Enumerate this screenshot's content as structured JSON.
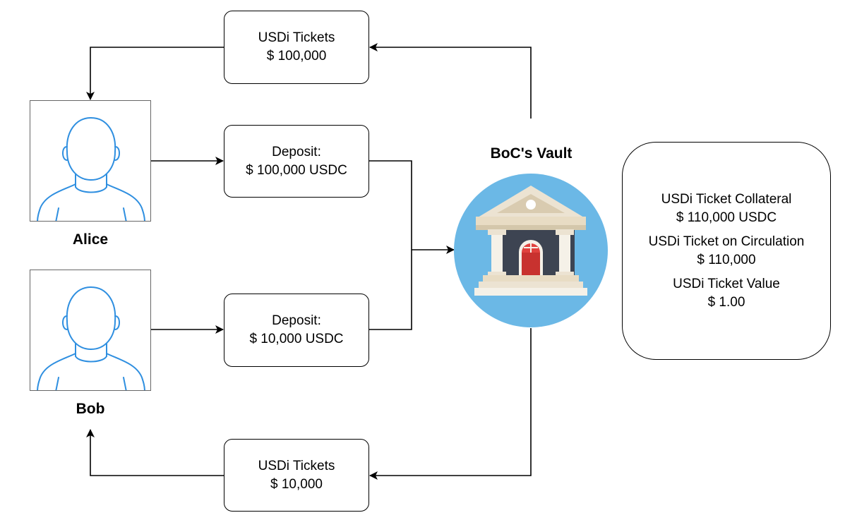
{
  "participants": [
    {
      "name": "Alice"
    },
    {
      "name": "Bob"
    }
  ],
  "vault": {
    "title": "BoC's Vault"
  },
  "boxes": {
    "alice_tickets": {
      "line1": "USDi Tickets",
      "line2": "$ 100,000"
    },
    "alice_deposit": {
      "line1": "Deposit:",
      "line2": "$ 100,000 USDC"
    },
    "bob_deposit": {
      "line1": "Deposit:",
      "line2": "$ 10,000 USDC"
    },
    "bob_tickets": {
      "line1": "USDi Tickets",
      "line2": "$ 10,000"
    }
  },
  "info": {
    "collateral_label": "USDi Ticket Collateral",
    "collateral_value": "$ 110,000 USDC",
    "circulation_label": "USDi Ticket on Circulation",
    "circulation_value": "$ 110,000",
    "value_label": "USDi Ticket Value",
    "value_value": "$ 1.00"
  },
  "colors": {
    "person_outline": "#2f8fe0",
    "vault_circle": "#6bb8e6",
    "vault_building": "#ece3d2",
    "vault_wall": "#3d4452",
    "vault_door": "#e0413d"
  }
}
